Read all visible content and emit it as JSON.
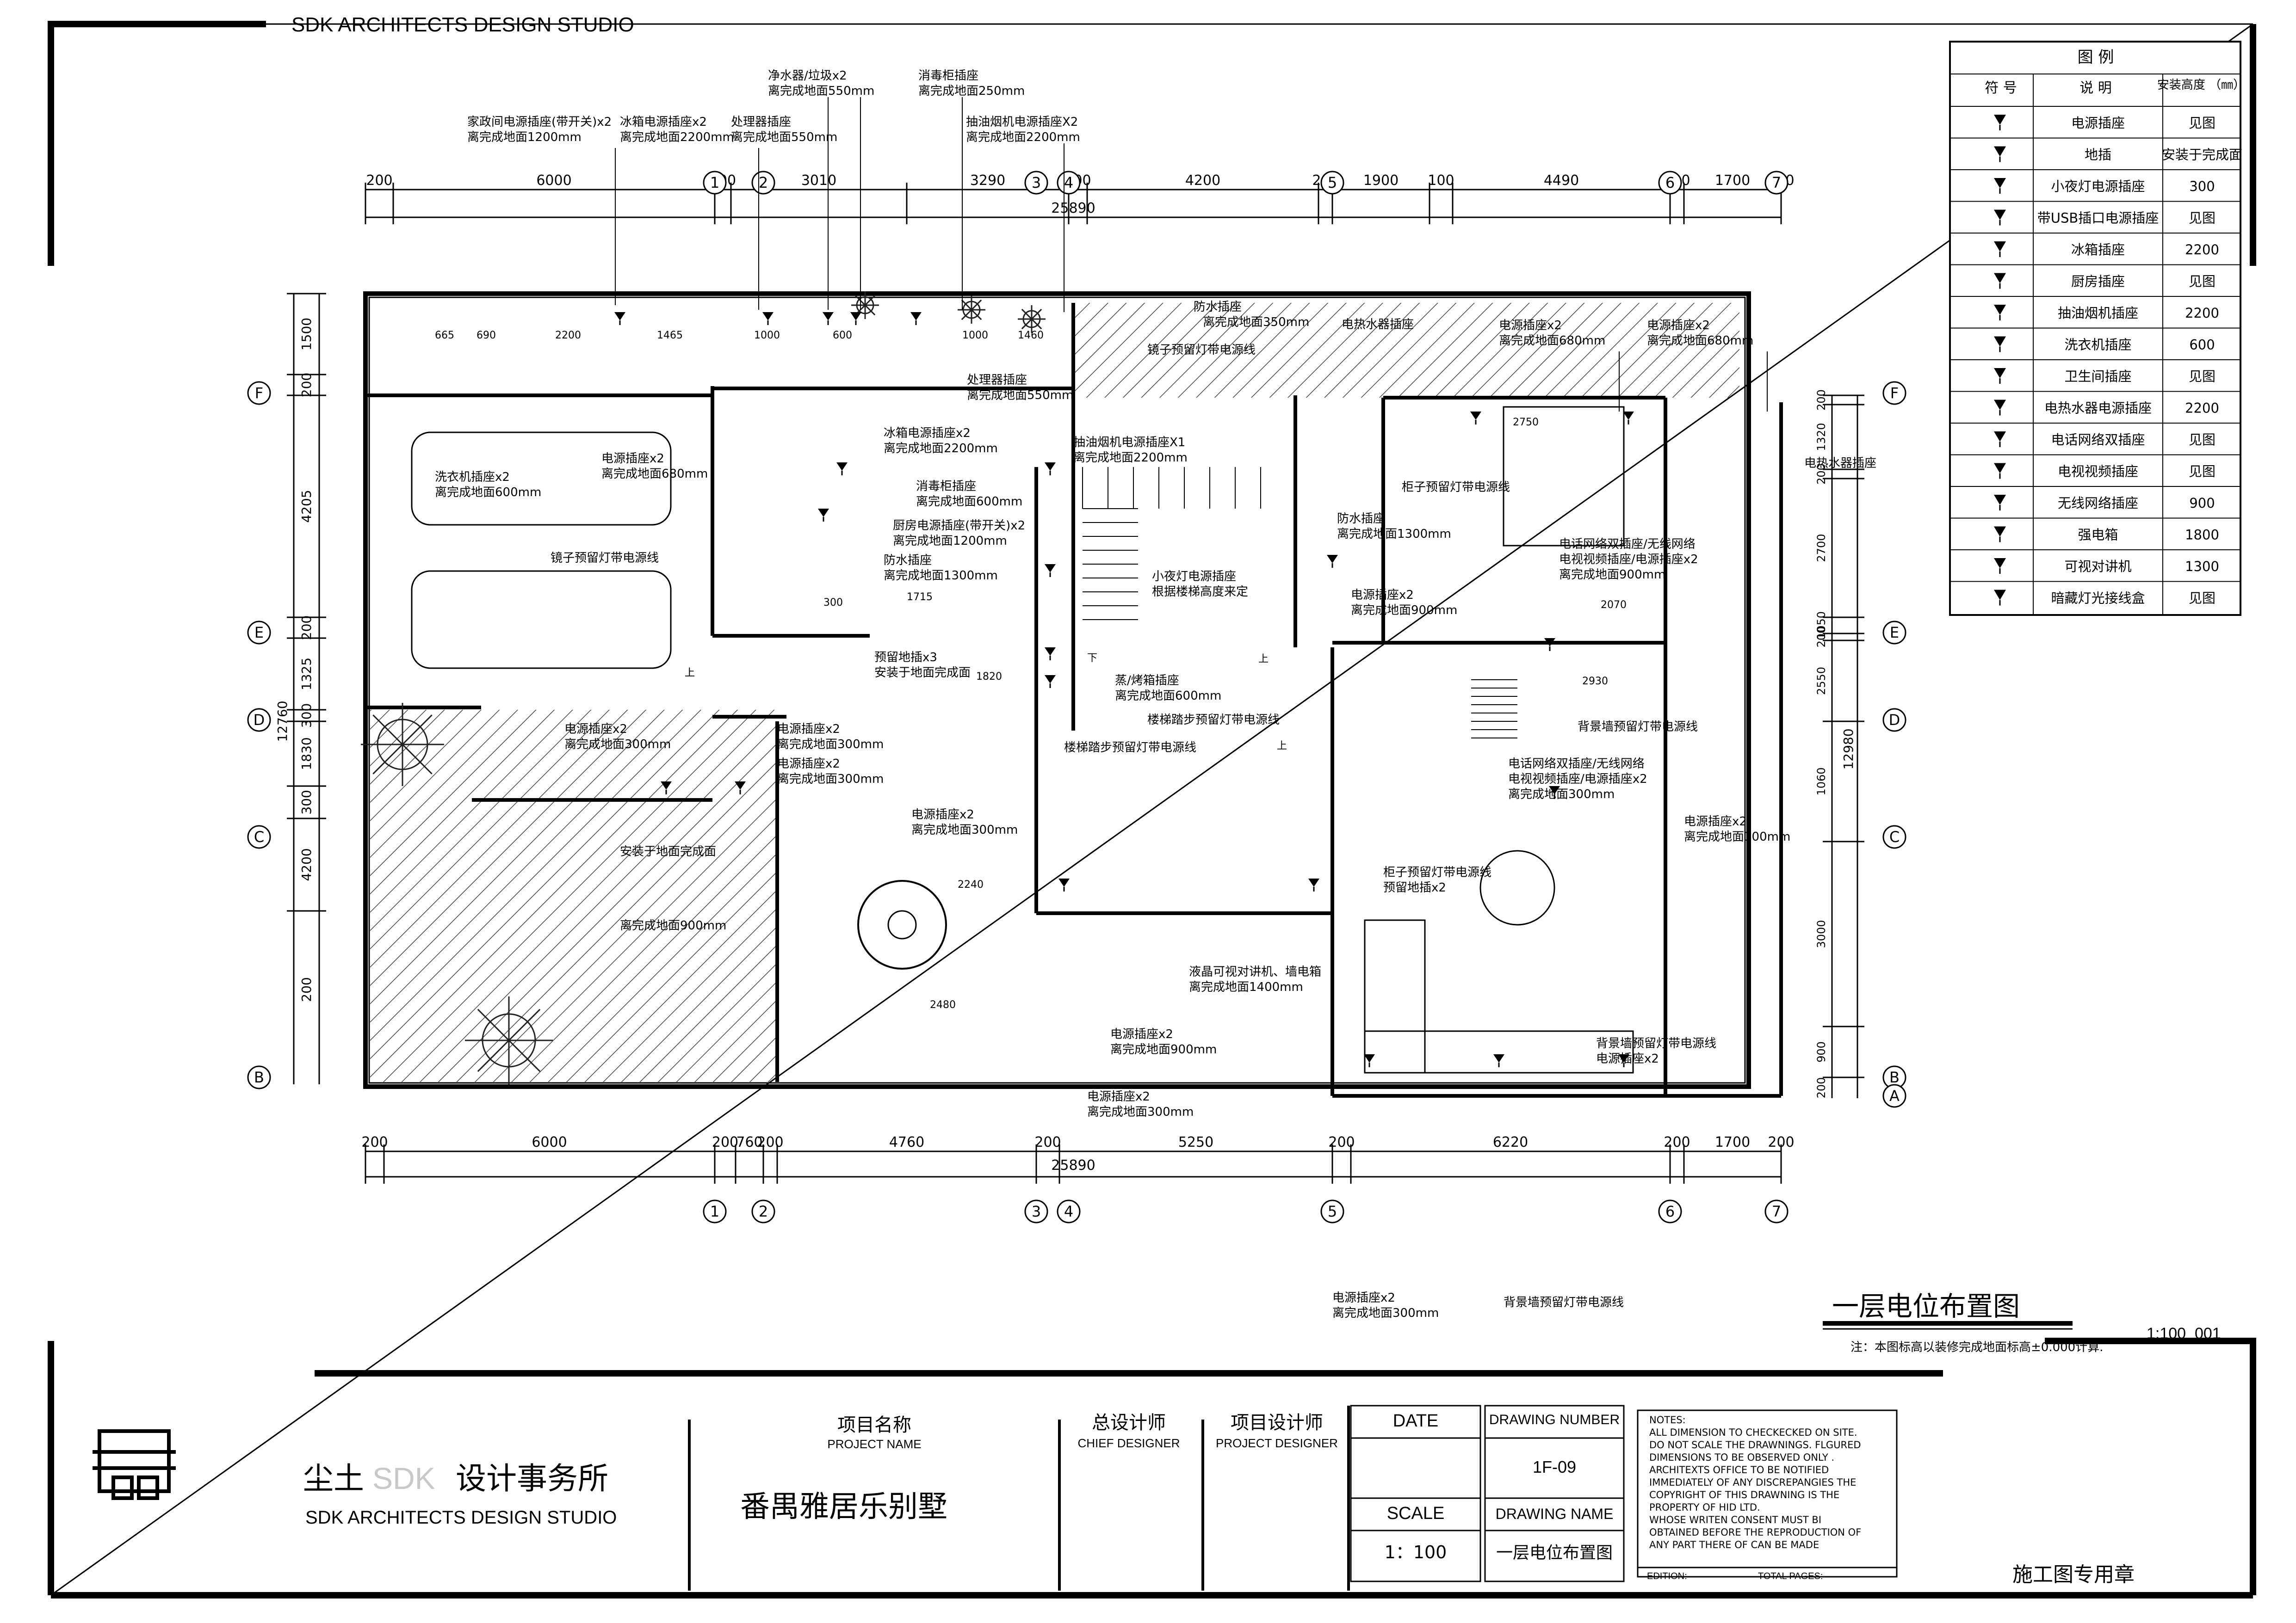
{
  "header": {
    "studio": "SDK ARCHITECTS DESIGN STUDIO"
  },
  "legend": {
    "title": "图 例",
    "col_symbol": "符 号",
    "col_desc": "说 明",
    "col_height": "安装高度 （㎜）",
    "rows": [
      {
        "icon": "power-socket-icon",
        "desc": "电源插座",
        "height": "见图"
      },
      {
        "icon": "floor-socket-icon",
        "desc": "地插",
        "height": "安装于完成面"
      },
      {
        "icon": "night-light-socket-icon",
        "desc": "小夜灯电源插座",
        "height": "300"
      },
      {
        "icon": "usb-socket-icon",
        "desc": "带USB插口电源插座",
        "height": "见图"
      },
      {
        "icon": "fridge-socket-icon",
        "desc": "冰箱插座",
        "height": "2200"
      },
      {
        "icon": "kitchen-socket-icon",
        "desc": "厨房插座",
        "height": "见图"
      },
      {
        "icon": "range-hood-socket-icon",
        "desc": "抽油烟机插座",
        "height": "2200"
      },
      {
        "icon": "washer-socket-icon",
        "desc": "洗衣机插座",
        "height": "600"
      },
      {
        "icon": "bathroom-socket-icon",
        "desc": "卫生间插座",
        "height": "见图"
      },
      {
        "icon": "water-heater-socket-icon",
        "desc": "电热水器电源插座",
        "height": "2200"
      },
      {
        "icon": "phone-network-socket-icon",
        "desc": "电话网络双插座",
        "height": "见图"
      },
      {
        "icon": "tv-socket-icon",
        "desc": "电视视频插座",
        "height": "见图"
      },
      {
        "icon": "wifi-socket-icon",
        "desc": "无线网络插座",
        "height": "900"
      },
      {
        "icon": "power-box-icon",
        "desc": "强电箱",
        "height": "1800"
      },
      {
        "icon": "intercom-icon",
        "desc": "可视对讲机",
        "height": "1300"
      },
      {
        "icon": "hidden-light-box-icon",
        "desc": "暗藏灯光接线盒",
        "height": "见图"
      }
    ]
  },
  "grid": {
    "axes": [
      "1",
      "2",
      "3",
      "4",
      "5",
      "6",
      "7"
    ],
    "rows": [
      "F",
      "E",
      "D",
      "C",
      "B",
      "A"
    ],
    "top_total": "25890",
    "bottom_total": "25890",
    "top_dims": [
      "200",
      "6000",
      "200",
      "3010",
      "3290",
      "200",
      "4200",
      "200",
      "1900",
      "100",
      "4490",
      "200",
      "1700",
      "200"
    ],
    "bottom_dims": [
      "200",
      "6000",
      "200",
      "760",
      "200",
      "4760",
      "200",
      "5250",
      "200",
      "6220",
      "200",
      "1700",
      "200"
    ],
    "left_dims": [
      "1500",
      "200",
      "4205",
      "200",
      "1325",
      "300",
      "1830",
      "300",
      "4200",
      "200"
    ],
    "left_total": "12760",
    "right_dims": [
      "200",
      "1320",
      "200",
      "2700",
      "1050",
      "200",
      "2550",
      "1060",
      "3000",
      "900",
      "200"
    ],
    "right_total": "12980"
  },
  "notes_plan": [
    "家政间电源插座(带开关)x2",
    "离完成地面1200mm",
    "冰箱电源插座x2",
    "离完成地面2200mm",
    "处理器插座",
    "离完成地面550mm",
    "净水器/垃圾x2",
    "离完成地面550mm",
    "消毒柜插座",
    "离完成地面250mm",
    "抽油烟机电源插座X2",
    "离完成地面2200mm",
    "防水插座",
    "离完成地面350mm",
    "电热水器插座",
    "电源插座x2",
    "离完成地面680mm",
    "电源插座x2",
    "离完成地面680mm",
    "镜子预留灯带电源线",
    "处理器插座",
    "离完成地面550mm",
    "洗衣机插座x2",
    "离完成地面600mm",
    "电源插座x2",
    "离完成地面680mm",
    "冰箱电源插座x2",
    "离完成地面2200mm",
    "抽油烟机电源插座X1",
    "离完成地面2200mm",
    "柜子预留灯带电源线",
    "消毒柜插座",
    "离完成地面600mm",
    "厨房电源插座(带开关)x2",
    "离完成地面1200mm",
    "防水插座",
    "离完成地面1300mm",
    "防水插座",
    "离完成地面1300mm",
    "电话网络双插座/无线网络",
    "电视视频插座/电源插座x2",
    "离完成地面900mm",
    "镜子预留灯带电源线",
    "电热水器插座",
    "小夜灯电源插座",
    "根据楼梯高度来定",
    "电源插座x2",
    "离完成地面900mm",
    "预留地插x3",
    "安装于地面完成面",
    "蒸/烤箱插座",
    "离完成地面600mm",
    "背景墙预留灯带电源线",
    "楼梯踏步预留灯带电源线",
    "电源插座x2",
    "离完成地面300mm",
    "电源插座x2",
    "离完成地面300mm",
    "楼梯踏步预留灯带电源线",
    "电源插座x2",
    "离完成地面300mm",
    "电话网络双插座/无线网络",
    "电视视频插座/电源插座x2",
    "离完成地面300mm",
    "电源插座x2",
    "离完成地面300mm",
    "柜子预留灯带电源线",
    "预留地插x2",
    "安装于地面完成面",
    "电源插座x2",
    "离完成地面300mm",
    "背景墙预留灯带电源线",
    "电源插座x2",
    "离完成地面900mm",
    "液晶可视对讲机、墙电箱",
    "离完成地面1400mm",
    "电源插座x2",
    "离完成地面900mm",
    "电源插座x2",
    "离完成地面300mm",
    "电源插座x2",
    "离完成地面300mm",
    "背景墙预留灯带电源线"
  ],
  "plan_marks": [
    "上",
    "上",
    "上",
    "上",
    "下",
    "2750",
    "2070",
    "2930",
    "1715",
    "2240",
    "1000",
    "600",
    "1000",
    "300",
    "665",
    "690",
    "2200",
    "1465",
    "1460",
    "1820",
    "2480"
  ],
  "drawing": {
    "title": "一层电位布置图",
    "scale_note": "1:100_001",
    "footnote": "注：本图标高以装修完成地面标高±0.000计算."
  },
  "titleblock": {
    "studio_cn_a": "尘土",
    "studio_cn_b": "SDK",
    "studio_cn_c": "设计事务所",
    "studio_en": "SDK ARCHITECTS DESIGN STUDIO",
    "project_label_cn": "项目名称",
    "project_label_en": "PROJECT NAME",
    "project_name": "番禺雅居乐别墅",
    "chief_cn": "总设计师",
    "chief_en": "CHIEF DESIGNER",
    "designer_cn": "项目设计师",
    "designer_en": "PROJECT DESIGNER",
    "date_label": "DATE",
    "scale_label": "SCALE",
    "scale_value": "1：100",
    "dwg_number_label": "DRAWING NUMBER",
    "dwg_number": "1F-09",
    "dwg_name_label": "DRAWING NAME",
    "dwg_name": "一层电位布置图",
    "notes": [
      "NOTES:",
      "ALL DIMENSION TO CHECKECKED ON SITE.",
      "DO NOT SCALE THE DRAWNINGS. FLGURED",
      "DIMENSIONS TO BE OBSERVED ONLY .",
      "ARCHITEXTS OFFICE TO BE NOTIFIED",
      "IMMEDIATELY OF ANY DISCREPANGIES THE",
      "COPYRIGHT OF THIS DRAWNING IS THE",
      "PROPERTY OF HID LTD.",
      "WHOSE WRITEN CONSENT MUST BI",
      "OBTAINED BEFORE THE REPRODUCTION OF",
      "ANY PART THERE OF CAN BE MADE"
    ],
    "edition": "EDITION:",
    "total_pages": "TOTAL PAGES:",
    "stamp": "施工图专用章"
  }
}
